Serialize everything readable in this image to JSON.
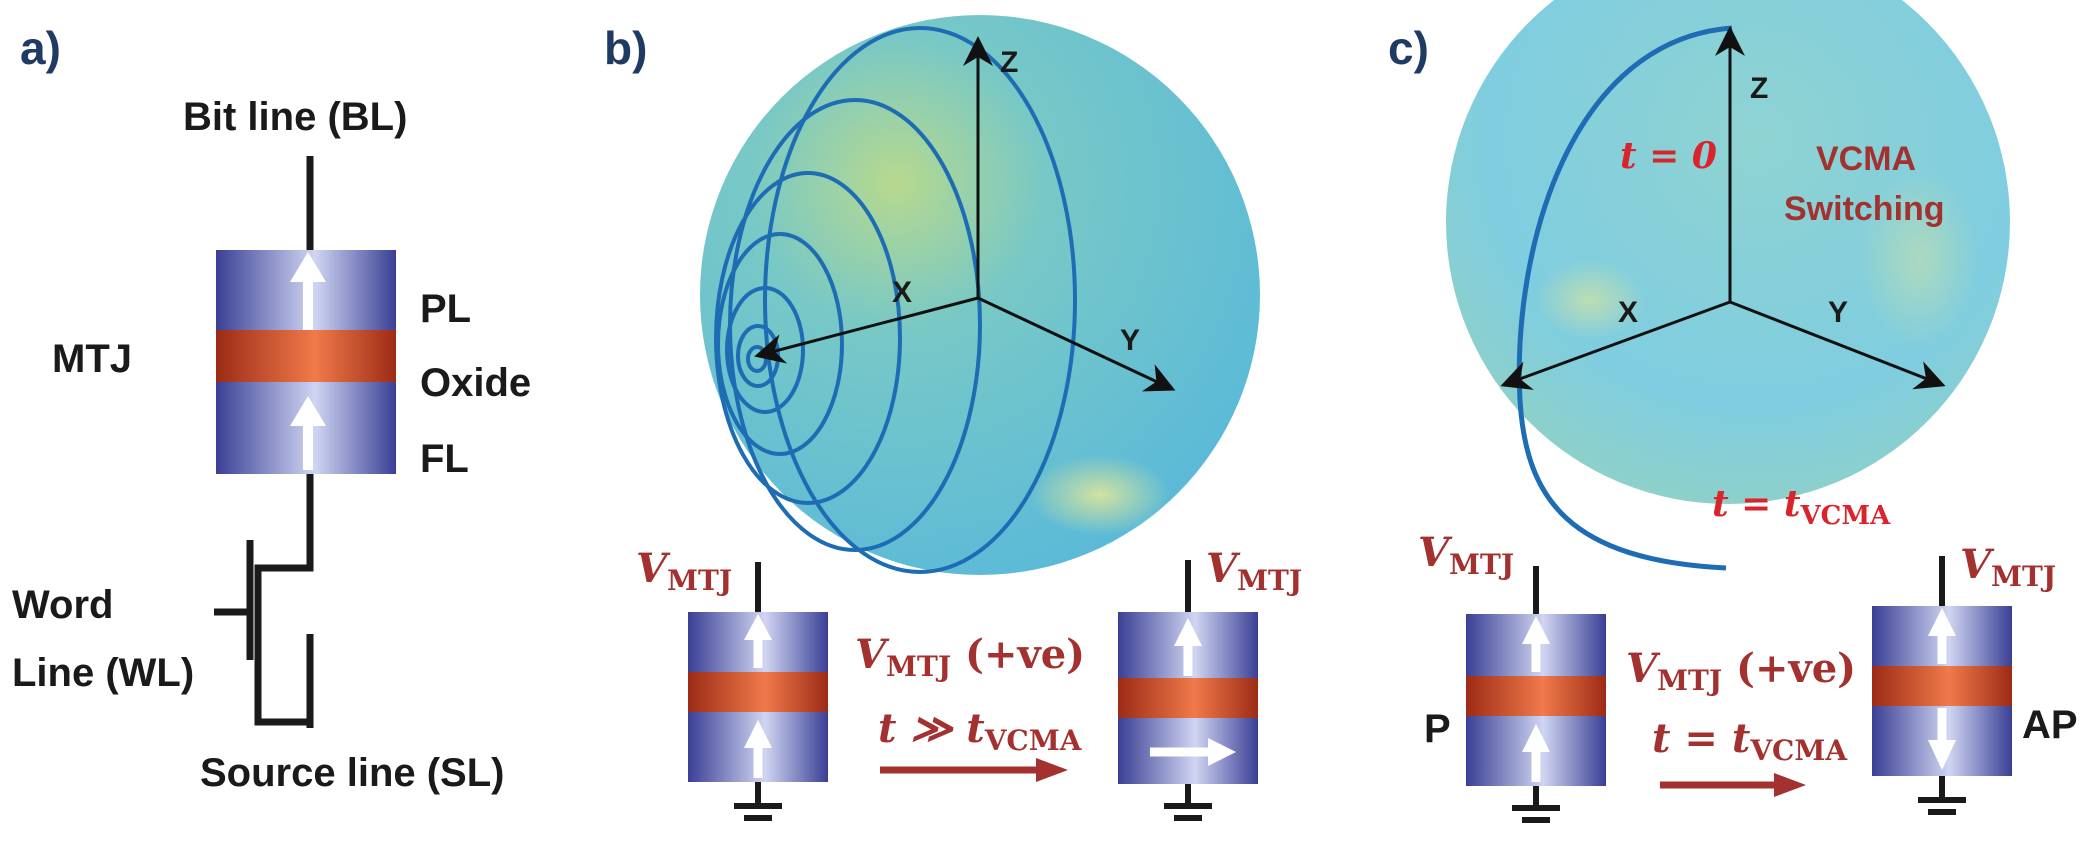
{
  "colors": {
    "panel_label": "#1f3b63",
    "text_dark": "#1a1a1a",
    "accent_red": "#a3312f",
    "annotation_red": "#d9242b",
    "sphere": "#66c2d9",
    "trajectory": "#1e6cb3",
    "layer_blue": "#4a4ea8",
    "oxide": "#b63a25"
  },
  "panel_a": {
    "label": "a)",
    "bit_line": "Bit line (BL)",
    "mtj": "MTJ",
    "pl": "PL",
    "oxide": "Oxide",
    "fl": "FL",
    "word_line_1": "Word",
    "word_line_2": "Line (WL)",
    "source_line": "Source line (SL)"
  },
  "panel_b": {
    "label": "b)",
    "axis_z": "Z",
    "axis_x": "X",
    "axis_y": "Y",
    "v_left": "V",
    "v_left_sub": "MTJ",
    "v_right": "V",
    "v_right_sub": "MTJ",
    "arrow_line1": "V",
    "arrow_line1_sub": "MTJ",
    "arrow_line1_tail": " (+ve)",
    "arrow_line2": "t ≫ t",
    "arrow_line2_sub": "VCMA"
  },
  "panel_c": {
    "label": "c)",
    "axis_z": "Z",
    "axis_x": "X",
    "axis_y": "Y",
    "t0": "t = 0",
    "vcma_1": "VCMA",
    "vcma_2": "Switching",
    "t_end": "t = t",
    "t_end_sub": "VCMA",
    "v_left": "V",
    "v_left_sub": "MTJ",
    "v_right": "V",
    "v_right_sub": "MTJ",
    "arrow_line1": "V",
    "arrow_line1_sub": "MTJ",
    "arrow_line1_tail": " (+ve)",
    "arrow_line2": "t = t",
    "arrow_line2_sub": "VCMA",
    "state_p": "P",
    "state_ap": "AP"
  }
}
